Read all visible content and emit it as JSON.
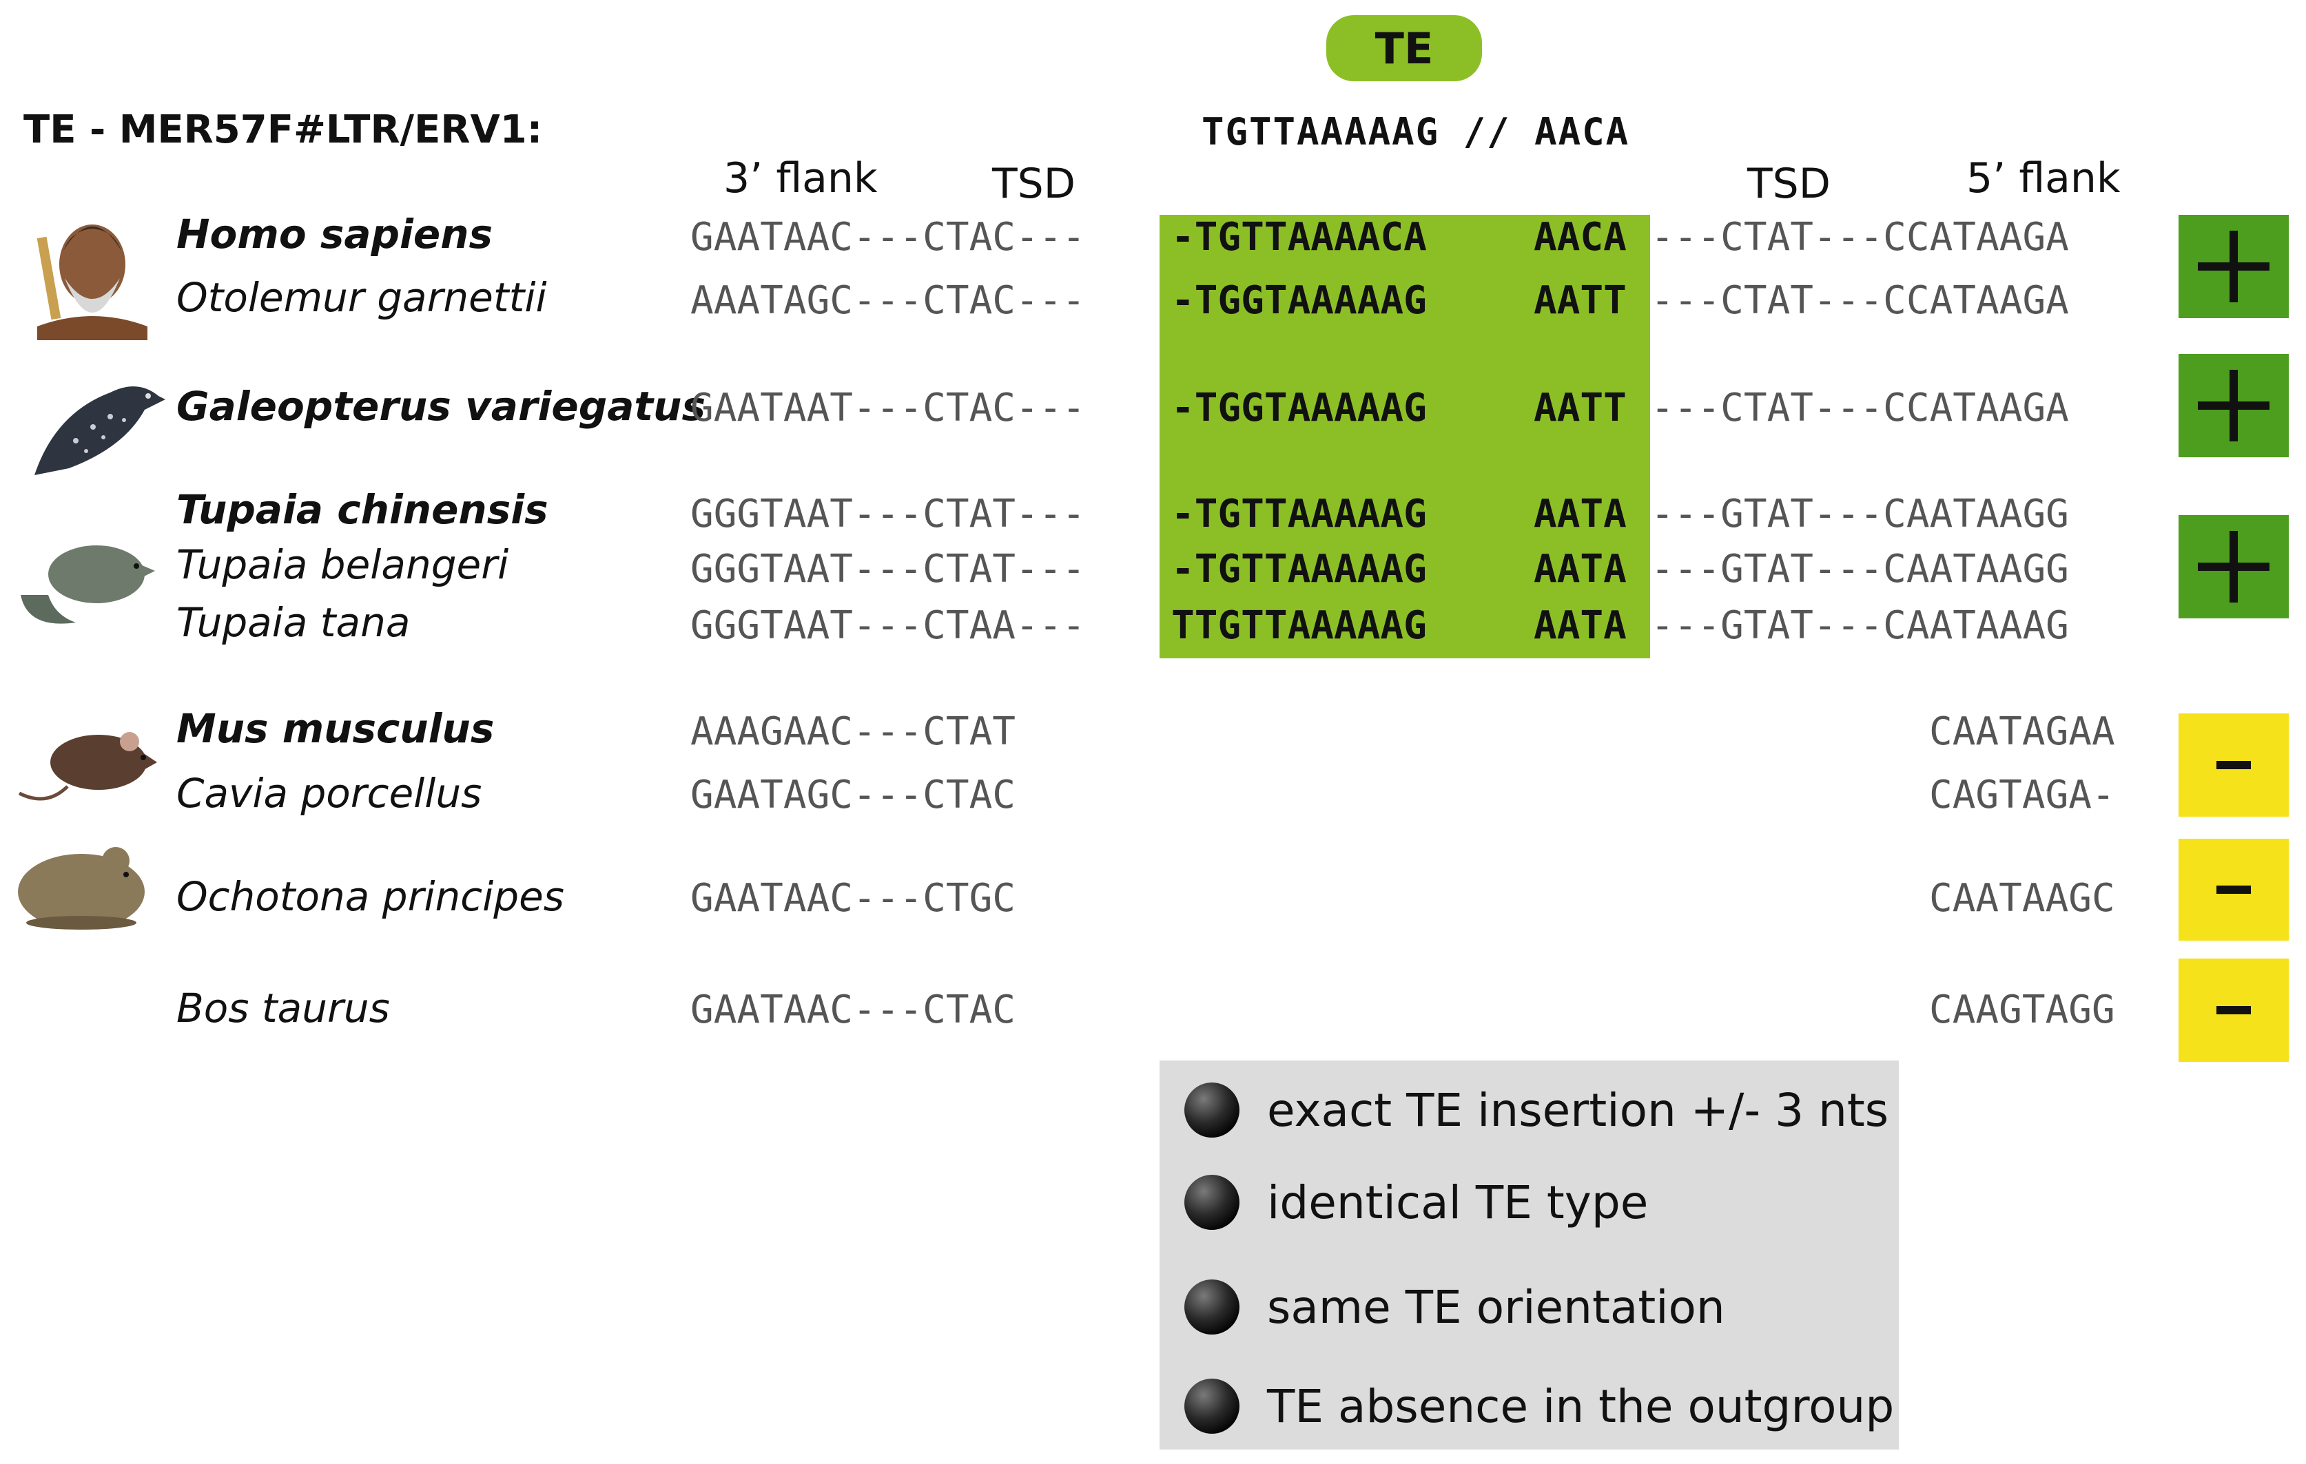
{
  "te_badge": "TE",
  "te_title": "TE - MER57F#LTR/ERV1:",
  "te_sequence_header": "TGTTAAAAAG // AACA",
  "column_headers": {
    "flank3": "3’ flank",
    "tsd_left": "TSD",
    "tsd_right": "TSD",
    "flank5": "5’ flank"
  },
  "rows": [
    {
      "species": "Homo sapiens",
      "left": "GAATAAC---CTAC---",
      "te": "-TGTTAAAACA",
      "te2": "AACA",
      "right": "---CTAT---CCATAAGA"
    },
    {
      "species": "Otolemur garnettii",
      "left": "AAATAGC---CTAC---",
      "te": "-TGGTAAAAAG",
      "te2": "AATT",
      "right": "---CTAT---CCATAAGA"
    },
    {
      "species": "Galeopterus variegatus",
      "left": "GAATAAT---CTAC---",
      "te": "-TGGTAAAAAG",
      "te2": "AATT",
      "right": "---CTAT---CCATAAGA"
    },
    {
      "species": "Tupaia chinensis",
      "left": "GGGTAAT---CTAT---",
      "te": "-TGTTAAAAAG",
      "te2": "AATA",
      "right": "---GTAT---CAATAAGG"
    },
    {
      "species": "Tupaia belangeri",
      "left": "GGGTAAT---CTAT---",
      "te": "-TGTTAAAAAG",
      "te2": "AATA",
      "right": "---GTAT---CAATAAGG"
    },
    {
      "species": "Tupaia tana",
      "left": "GGGTAAT---CTAA---",
      "te": "TTGTTAAAAAG",
      "te2": "AATA",
      "right": "---GTAT---CAATAAAG"
    },
    {
      "species": "Mus musculus",
      "left": "AAAGAAC---CTAT",
      "right": "CAATAGAA"
    },
    {
      "species": "Cavia porcellus",
      "left": "GAATAGC---CTAC",
      "right": "CAGTAGA-"
    },
    {
      "species": "Ochotona principes",
      "left": "GAATAAC---CTGC",
      "right": "CAATAAGC"
    },
    {
      "species": "Bos taurus",
      "left": "GAATAAC---CTAC",
      "right": "CAAGTAGG"
    }
  ],
  "badges": [
    {
      "sign": "+",
      "meaning": "presence"
    },
    {
      "sign": "+",
      "meaning": "presence"
    },
    {
      "sign": "+",
      "meaning": "presence"
    },
    {
      "sign": "−",
      "meaning": "absence"
    },
    {
      "sign": "−",
      "meaning": "absence"
    },
    {
      "sign": "−",
      "meaning": "absence"
    }
  ],
  "legend": [
    "exact TE insertion +/- 3 nts",
    "identical TE type",
    "same TE orientation",
    "TE absence in the outgroup"
  ],
  "colors": {
    "te_green": "#8cbf26",
    "plus_green": "#4d9e1e",
    "minus_yellow": "#f5e21a",
    "legend_bg": "#dcdcdc"
  }
}
